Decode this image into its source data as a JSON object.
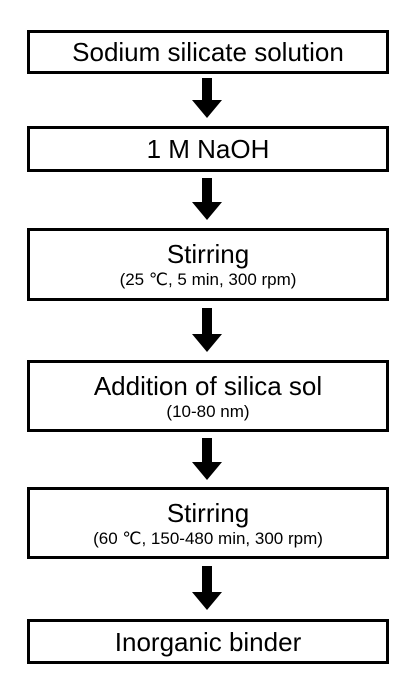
{
  "flowchart": {
    "steps": [
      {
        "main": "Sodium silicate solution",
        "sub": ""
      },
      {
        "main": "1 M NaOH",
        "sub": ""
      },
      {
        "main": "Stirring",
        "sub": "(25 ℃, 5 min, 300 rpm)"
      },
      {
        "main": "Addition of silica sol",
        "sub": "(10-80 nm)"
      },
      {
        "main": "Stirring",
        "sub": "(60 ℃, 150-480 min, 300 rpm)"
      },
      {
        "main": "Inorganic binder",
        "sub": ""
      }
    ],
    "colors": {
      "border": "#000000",
      "arrow": "#000000",
      "background": "#ffffff"
    }
  }
}
